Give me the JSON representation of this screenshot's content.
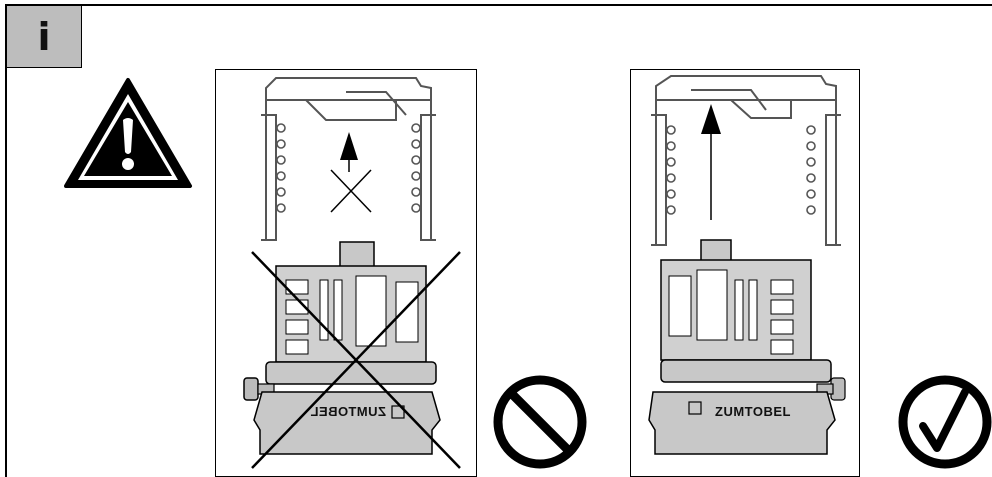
{
  "info_icon": {
    "glyph": "i",
    "background": "#bdbdbd"
  },
  "warning_icon": {
    "name": "warning-triangle-icon"
  },
  "panel_wrong": {
    "brand_text": "ZUMTOBEL",
    "mirrored": true,
    "status_icon": "prohibited-icon"
  },
  "panel_correct": {
    "brand_text": "ZUMTOBEL",
    "mirrored": false,
    "status_icon": "checkmark-icon"
  },
  "colors": {
    "device_fill": "#c8c8c8",
    "outline": "#000000"
  }
}
